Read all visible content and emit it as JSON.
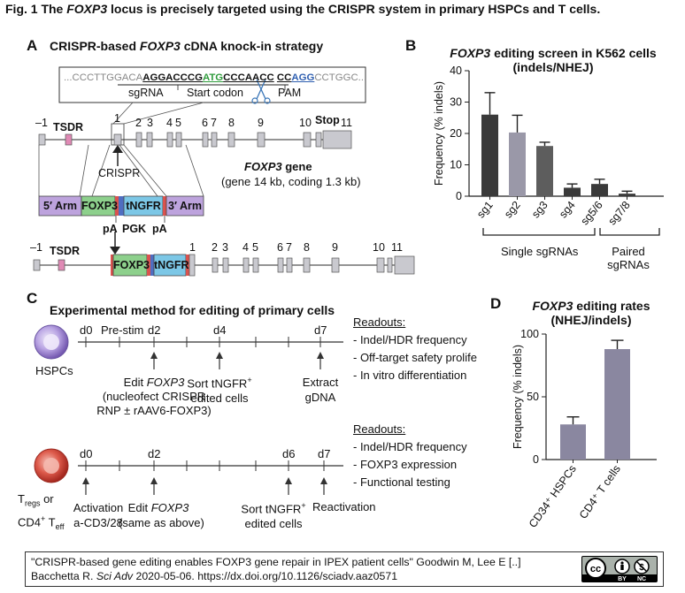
{
  "figure": {
    "title_prefix": "Fig. 1 The ",
    "title_gene": "FOXP3",
    "title_suffix": " locus is precisely targeted using the CRISPR system in primary HSPCs and T cells."
  },
  "panel_a": {
    "letter": "A",
    "title_prefix": "CRISPR-based ",
    "title_gene": "FOXP3",
    "title_suffix": " cDNA knock-in strategy",
    "seq_grey1": "...CCCTTGGACA",
    "seq_sg1": "AGGACCCG",
    "seq_atg": "ATG",
    "seq_sg2": "CCCAACC",
    "seq_pam_c": "CC",
    "seq_pam": "AGG",
    "seq_grey2": "CCTGGC...",
    "label_sgrna": "sgRNA",
    "label_start_codon": "Start codon",
    "label_pam": "PAM",
    "exon_labels_top": [
      "–1",
      "1",
      "2",
      "3",
      "4",
      "5",
      "6",
      "7",
      "8",
      "9",
      "10",
      "Stop",
      "11"
    ],
    "tsdr": "TSDR",
    "crispr": "CRISPR",
    "gene_name": "FOXP3",
    "gene_word": " gene",
    "gene_size": "(gene 14 kb, coding 1.3 kb)",
    "donor": [
      "5′ Arm",
      "FOXP3",
      "tNGFR",
      "3′ Arm"
    ],
    "donor_elements": [
      "pA",
      "PGK",
      "pA"
    ],
    "exon_labels_bottom": [
      "–1",
      "1",
      "2",
      "3",
      "4",
      "5",
      "6",
      "7",
      "8",
      "9",
      "10",
      "11"
    ],
    "tsdr_bottom": "TSDR",
    "ki_foxp3": "FOXP3",
    "ki_tngfr": "tNGFR"
  },
  "panel_b": {
    "letter": "B",
    "title_gene": "FOXP3",
    "title_suffix": " editing screen in K562 cells",
    "title_line2": "(indels/NHEJ)",
    "group_single": "Single sgRNAs",
    "group_paired_1": "Paired",
    "group_paired_2": "sgRNAs"
  },
  "panel_c": {
    "letter": "C",
    "title": "Experimental method for editing of primary cells",
    "hspc_label": "HSPCs",
    "hspc_days": [
      "d0",
      "d2",
      "d4",
      "d7"
    ],
    "prestim": "Pre-stim",
    "hspc_step1_a": "Edit ",
    "hspc_step1_gene": "FOXP3",
    "hspc_step1_b": "(nucleofect CRISPR",
    "hspc_step1_c": "RNP ± rAAV6-FOXP3)",
    "hspc_step2_a": "Sort tNGFR",
    "hspc_step2_sup": "+",
    "hspc_step2_b": "edited cells",
    "hspc_step3_a": "Extract",
    "hspc_step3_b": "gDNA",
    "readouts1_title": "Readouts:",
    "readouts1": [
      "- Indel/HDR frequency",
      "- Off-target safety prolife",
      "- In vitro differentiation"
    ],
    "readouts2_title": "Readouts:",
    "readouts2": [
      "- Indel/HDR frequency",
      "- FOXP3 expression",
      "- Functional testing"
    ],
    "tcell_label_1": "T",
    "tcell_label_1_sub": "regs",
    "tcell_label_1_b": " or",
    "tcell_label_2": "CD4",
    "tcell_label_2_sup": "+",
    "tcell_label_2_b": " T",
    "tcell_label_2_sub": "eff",
    "tcell_days": [
      "d0",
      "d2",
      "d6",
      "d7"
    ],
    "t_step1_a": "Activation",
    "t_step1_b": "a-CD3/28",
    "t_step2_a": "Edit ",
    "t_step2_gene": "FOXP3",
    "t_step2_b": "(same as above)",
    "t_step3_a": "Sort tNGFR",
    "t_step3_sup": "+",
    "t_step3_b": "edited cells",
    "t_step4": "Reactivation"
  },
  "panel_d": {
    "letter": "D",
    "title_gene": "FOXP3",
    "title_suffix": " editing rates",
    "title_line2": "(NHEJ/indels)"
  },
  "citation": {
    "line1": "\"CRISPR-based gene editing enables FOXP3 gene repair in IPEX patient cells\" Goodwin M, Lee E [..]",
    "line2_a": "Bacchetta R. ",
    "line2_journal": "Sci Adv",
    "line2_b": " 2020-05-06. https://dx.doi.org/10.1126/sciadv.aaz0571",
    "badge_cc": "cc",
    "badge_by": "BY",
    "badge_nc": "NC"
  },
  "chart_data": [
    {
      "type": "bar",
      "title": "FOXP3 editing screen in K562 cells (indels/NHEJ)",
      "categories": [
        "sg1",
        "sg2",
        "sg3",
        "sg4",
        "sg5/6",
        "sg7/8"
      ],
      "values": [
        26,
        20.3,
        16,
        2.7,
        3.9,
        0.8
      ],
      "errors": [
        7,
        5.5,
        1.2,
        1.2,
        1.5,
        0.8
      ],
      "colors": [
        "#3a3a3a",
        "#9a98a8",
        "#5d5d5d",
        "#3a3a3a",
        "#3a3a3a",
        "#3a3a3a"
      ],
      "ylabel": "Frequency (% indels)",
      "ylim": [
        0,
        40
      ],
      "yticks": [
        0,
        10,
        20,
        30,
        40
      ]
    },
    {
      "type": "bar",
      "title": "FOXP3 editing rates (NHEJ/indels)",
      "categories": [
        "CD34⁺ HSPCs",
        "CD4⁺ T cells"
      ],
      "values": [
        28,
        88
      ],
      "errors": [
        6,
        7
      ],
      "colors": [
        "#8a87a0",
        "#8a87a0"
      ],
      "ylabel": "Frequency (% indels)",
      "ylim": [
        0,
        100
      ],
      "yticks": [
        0,
        50,
        100
      ]
    }
  ]
}
